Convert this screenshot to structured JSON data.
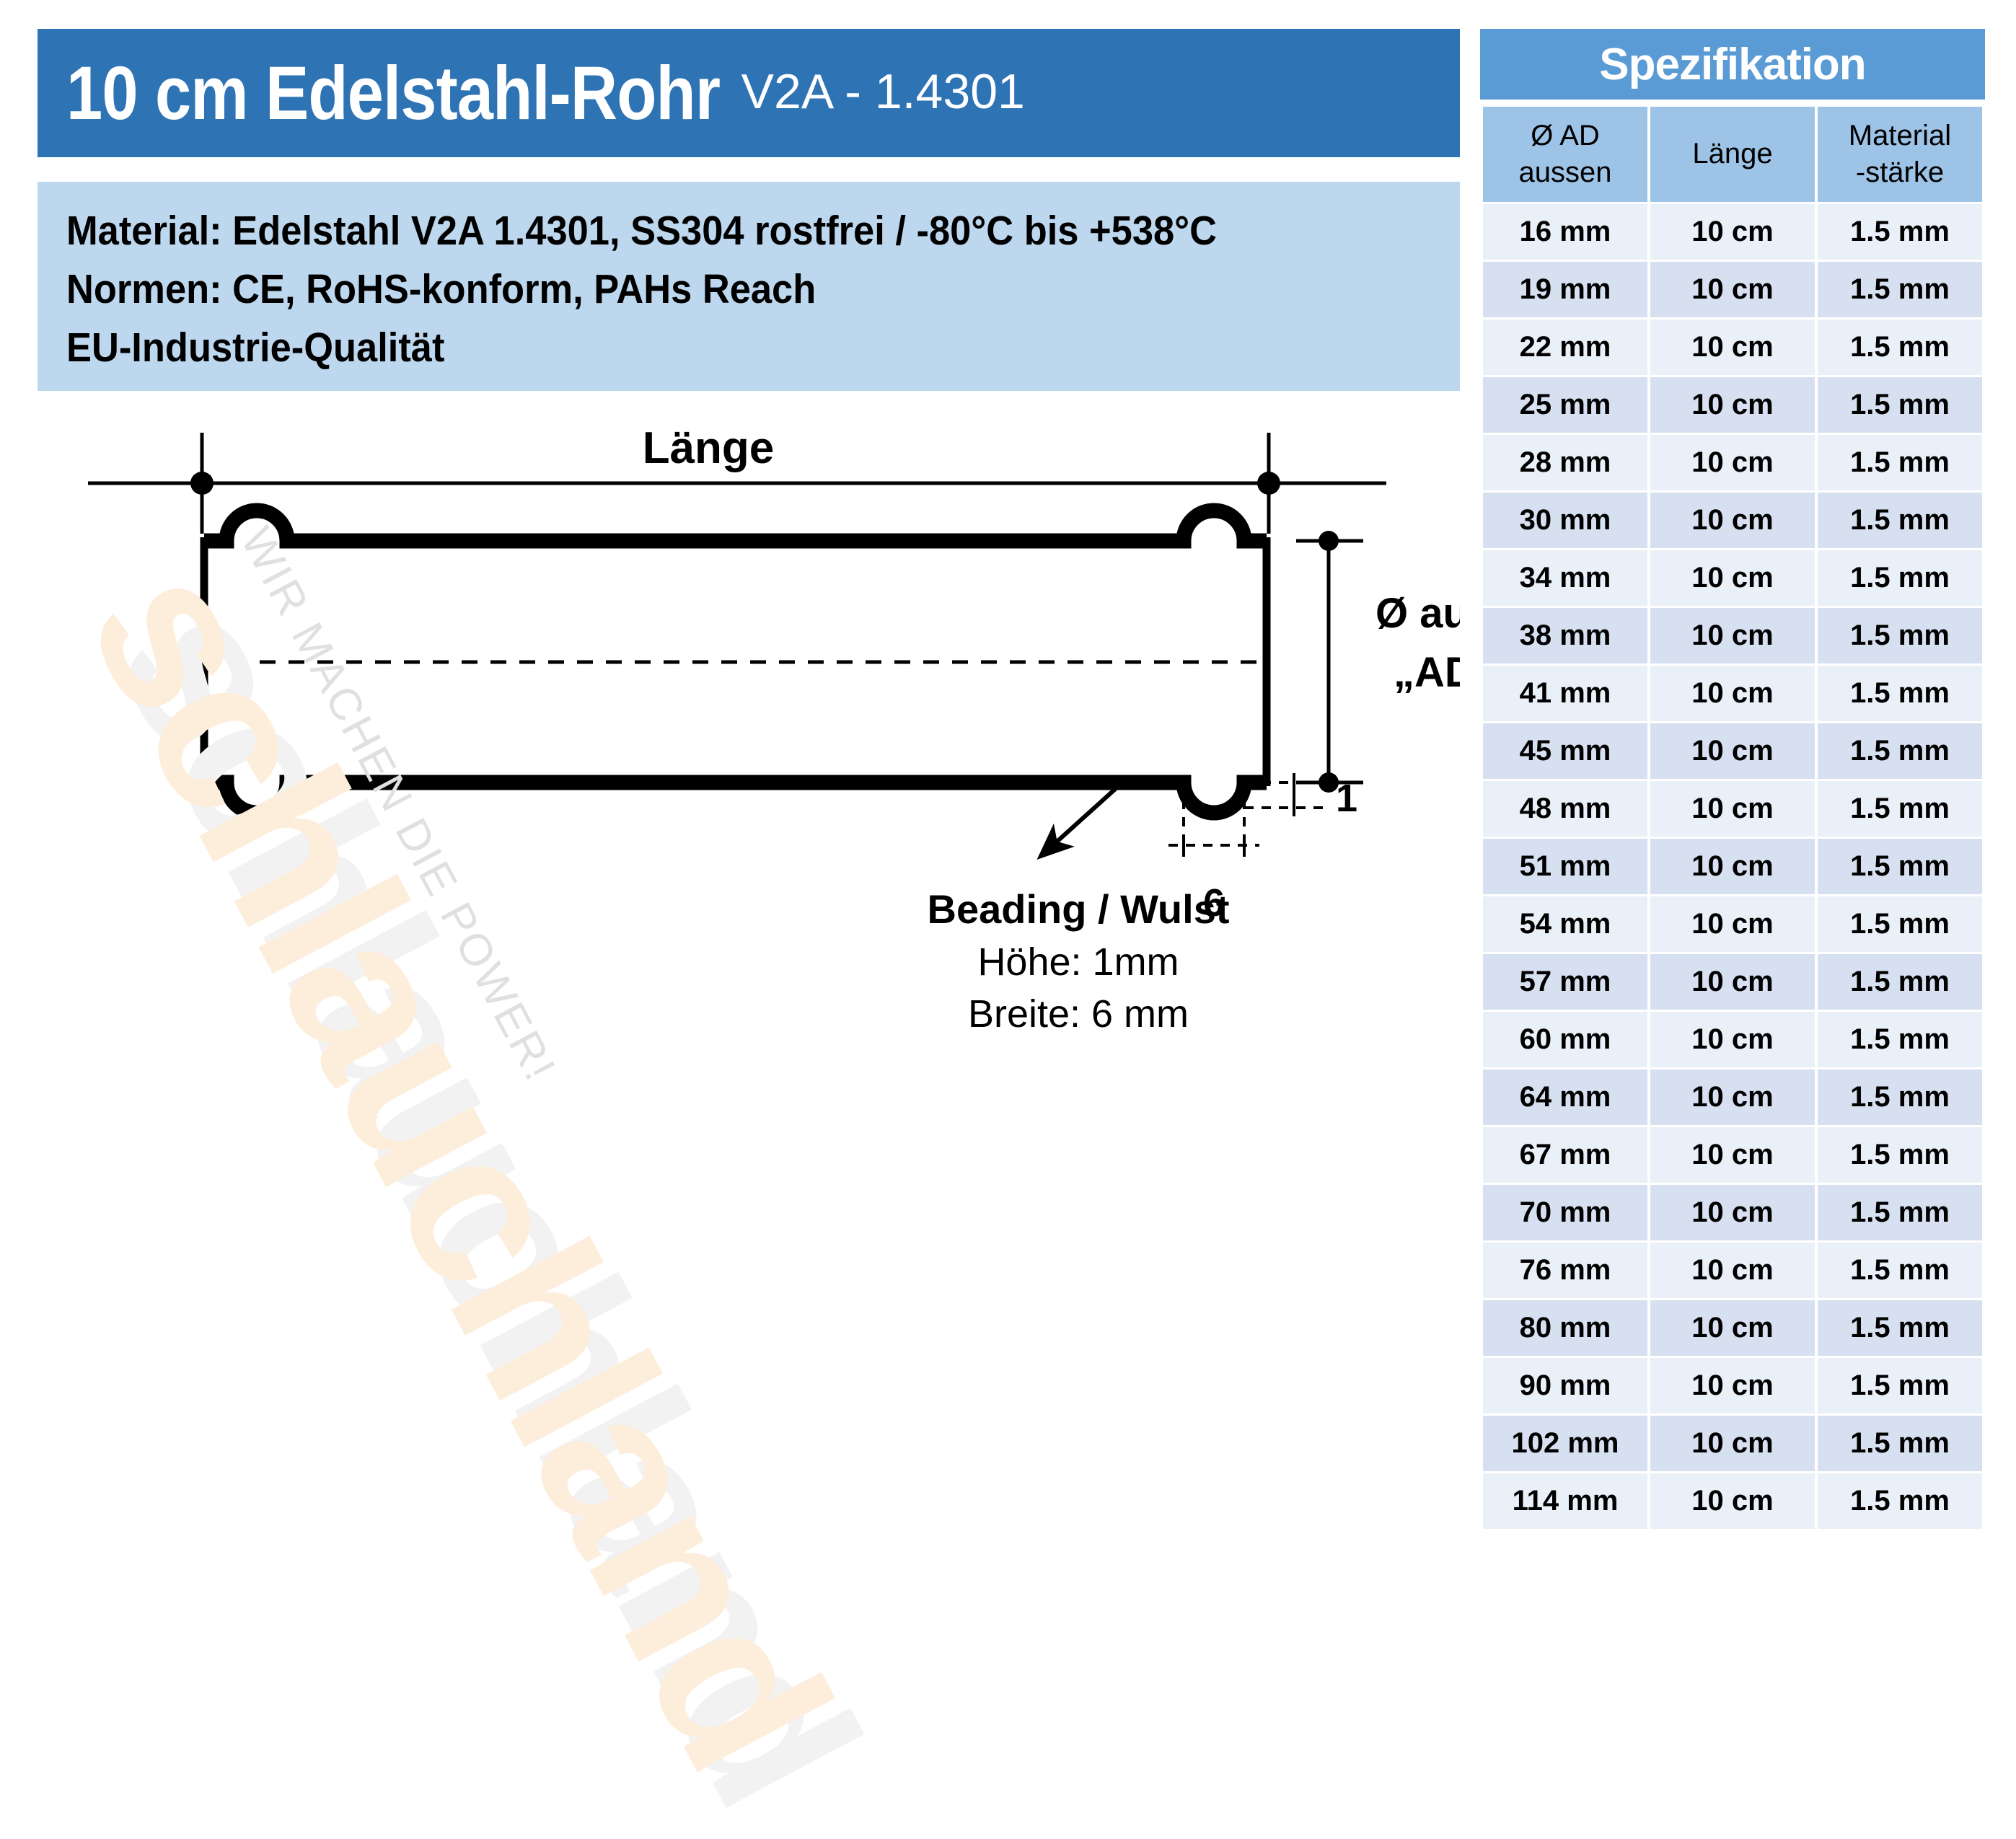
{
  "header": {
    "title_main": "10 cm Edelstahl-Rohr",
    "title_sub": "V2A - 1.4301"
  },
  "info": {
    "line1": "Material: Edelstahl V2A 1.4301, SS304 rostfrei / -80°C bis +538°C",
    "line2": "Normen: CE, RoHS-konform, PAHs Reach",
    "line3": "EU-Industrie-Qualität"
  },
  "drawing": {
    "length_label": "Länge",
    "diameter_label_line1": "Ø aussen",
    "diameter_label_line2": "„AD“",
    "bead_height_dim": "1",
    "bead_width_dim": "6",
    "callout_title": "Beading / Wulst",
    "callout_line1": "Höhe: 1mm",
    "callout_line2": "Breite: 6 mm"
  },
  "watermark": {
    "brand": "schlauchland",
    "tagline": "WIR MACHEN DIE POWER!"
  },
  "spec": {
    "title": "Spezifikation",
    "columns": [
      {
        "line1": "Ø AD",
        "line2": "aussen"
      },
      {
        "line1": "Länge",
        "line2": ""
      },
      {
        "line1": "Material",
        "line2": "-stärke"
      }
    ],
    "rows": [
      [
        "16 mm",
        "10 cm",
        "1.5 mm"
      ],
      [
        "19 mm",
        "10 cm",
        "1.5 mm"
      ],
      [
        "22 mm",
        "10 cm",
        "1.5 mm"
      ],
      [
        "25 mm",
        "10 cm",
        "1.5 mm"
      ],
      [
        "28 mm",
        "10 cm",
        "1.5 mm"
      ],
      [
        "30 mm",
        "10 cm",
        "1.5 mm"
      ],
      [
        "34 mm",
        "10 cm",
        "1.5 mm"
      ],
      [
        "38 mm",
        "10 cm",
        "1.5 mm"
      ],
      [
        "41 mm",
        "10 cm",
        "1.5 mm"
      ],
      [
        "45 mm",
        "10 cm",
        "1.5 mm"
      ],
      [
        "48 mm",
        "10 cm",
        "1.5 mm"
      ],
      [
        "51 mm",
        "10 cm",
        "1.5 mm"
      ],
      [
        "54 mm",
        "10 cm",
        "1.5 mm"
      ],
      [
        "57 mm",
        "10 cm",
        "1.5 mm"
      ],
      [
        "60 mm",
        "10 cm",
        "1.5 mm"
      ],
      [
        "64 mm",
        "10 cm",
        "1.5 mm"
      ],
      [
        "67 mm",
        "10 cm",
        "1.5 mm"
      ],
      [
        "70 mm",
        "10 cm",
        "1.5 mm"
      ],
      [
        "76 mm",
        "10 cm",
        "1.5 mm"
      ],
      [
        "80 mm",
        "10 cm",
        "1.5 mm"
      ],
      [
        "90 mm",
        "10 cm",
        "1.5 mm"
      ],
      [
        "102 mm",
        "10 cm",
        "1.5 mm"
      ],
      [
        "114 mm",
        "10 cm",
        "1.5 mm"
      ]
    ]
  },
  "colors": {
    "header_blue": "#2E74B5",
    "info_blue": "#BDD7EE",
    "spec_title_blue": "#5B9BD5",
    "spec_header_blue": "#9DC3E6",
    "row_odd": "#EAF0F8",
    "row_even": "#D6E0F0",
    "watermark_orange": "#FDEEDC",
    "watermark_gray": "#F2F2F2"
  }
}
